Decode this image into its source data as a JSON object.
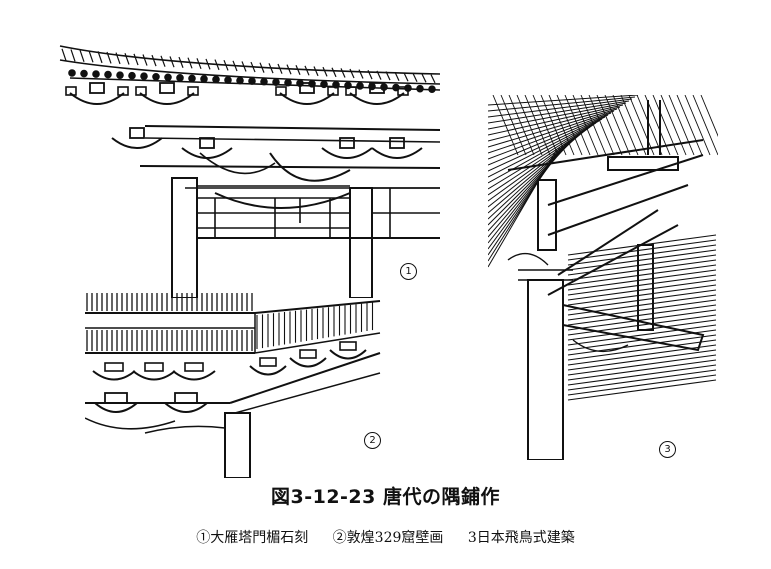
{
  "figure": {
    "title": "図3-12-23  唐代の隅鋪作",
    "caption": {
      "item1": "①大雁塔門楣石刻",
      "item2": "②敦煌329窟壁画",
      "item3": "3日本飛鳥式建築"
    },
    "panel_markers": {
      "p1": "1",
      "p2": "2",
      "p3": "3"
    }
  }
}
